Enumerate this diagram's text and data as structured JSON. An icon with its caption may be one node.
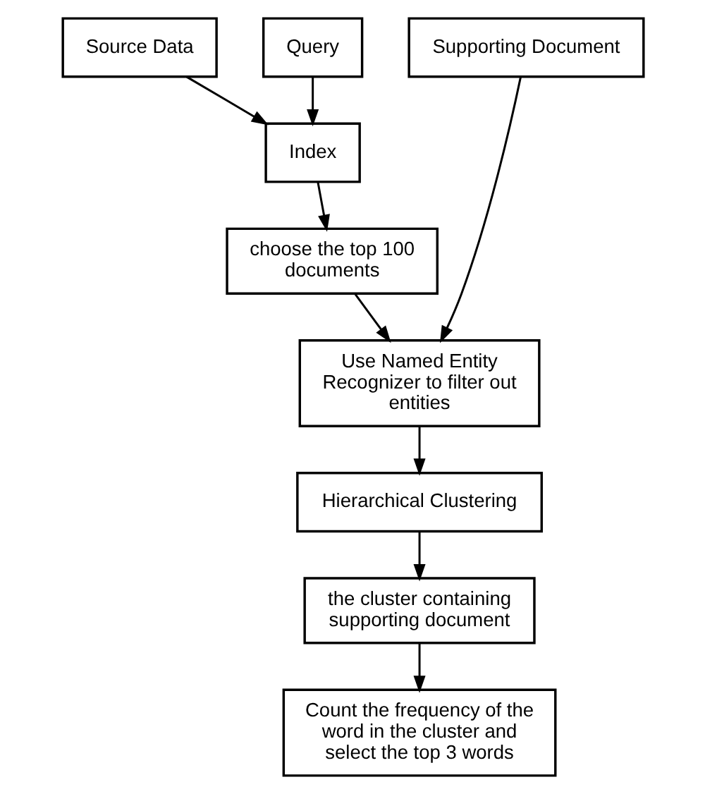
{
  "diagram": {
    "nodes": [
      {
        "text": [
          "Source Data"
        ]
      },
      {
        "text": [
          "Query"
        ]
      },
      {
        "text": [
          "Supporting Document"
        ]
      },
      {
        "text": [
          "Index"
        ]
      },
      {
        "text": [
          "choose the top 100 documents"
        ]
      },
      {
        "text": [
          "Use Named Entity Recognizer to filter out entities"
        ]
      },
      {
        "text": [
          "Hierarchical Clustering"
        ]
      },
      {
        "text": [
          "the cluster containing supporting document"
        ]
      },
      {
        "text": [
          "Count the frequency of the word in the cluster and select the top 3 words"
        ]
      }
    ],
    "edges": [
      {
        "from": 0,
        "to": 3,
        "arrow": "to"
      },
      {
        "from": 1,
        "to": 3,
        "arrow": "to"
      },
      {
        "from": 3,
        "to": 4,
        "arrow": "to"
      },
      {
        "from": 4,
        "to": 5,
        "arrow": "to"
      },
      {
        "from": 2,
        "to": 5,
        "arrow": "to"
      },
      {
        "from": 5,
        "to": 6,
        "arrow": "to"
      },
      {
        "from": 6,
        "to": 7,
        "arrow": "to"
      },
      {
        "from": 7,
        "to": 8,
        "arrow": "to"
      }
    ]
  }
}
